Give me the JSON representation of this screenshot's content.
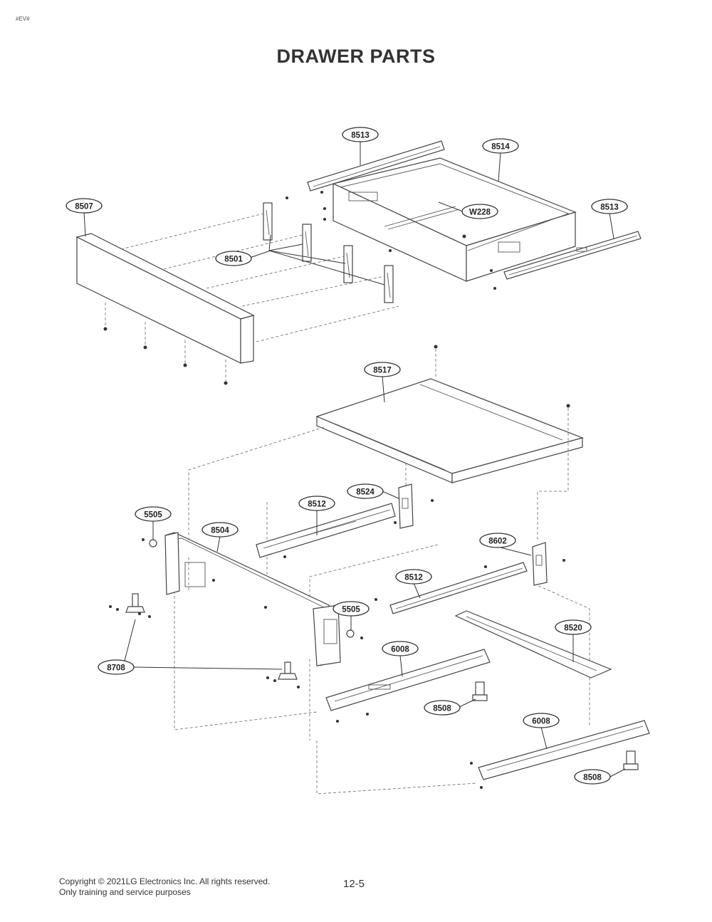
{
  "header": {
    "tag": "#EV#",
    "title": "DRAWER PARTS"
  },
  "labels": {
    "l8513a": "8513",
    "l8514": "8514",
    "l8513b": "8513",
    "l8507": "8507",
    "lW228": "W228",
    "l8501": "8501",
    "l8517": "8517",
    "l8524": "8524",
    "l8512a": "8512",
    "l5505a": "5505",
    "l8504": "8504",
    "l8602": "8602",
    "l8512b": "8512",
    "l5505b": "5505",
    "l8520": "8520",
    "l6008a": "6008",
    "l8708": "8708",
    "l8508a": "8508",
    "l6008b": "6008",
    "l8508b": "8508"
  },
  "footer": {
    "copyright": "Copyright © 2021LG Electronics Inc. All rights reserved.",
    "note": "Only training and service purposes",
    "page": "12-5"
  }
}
